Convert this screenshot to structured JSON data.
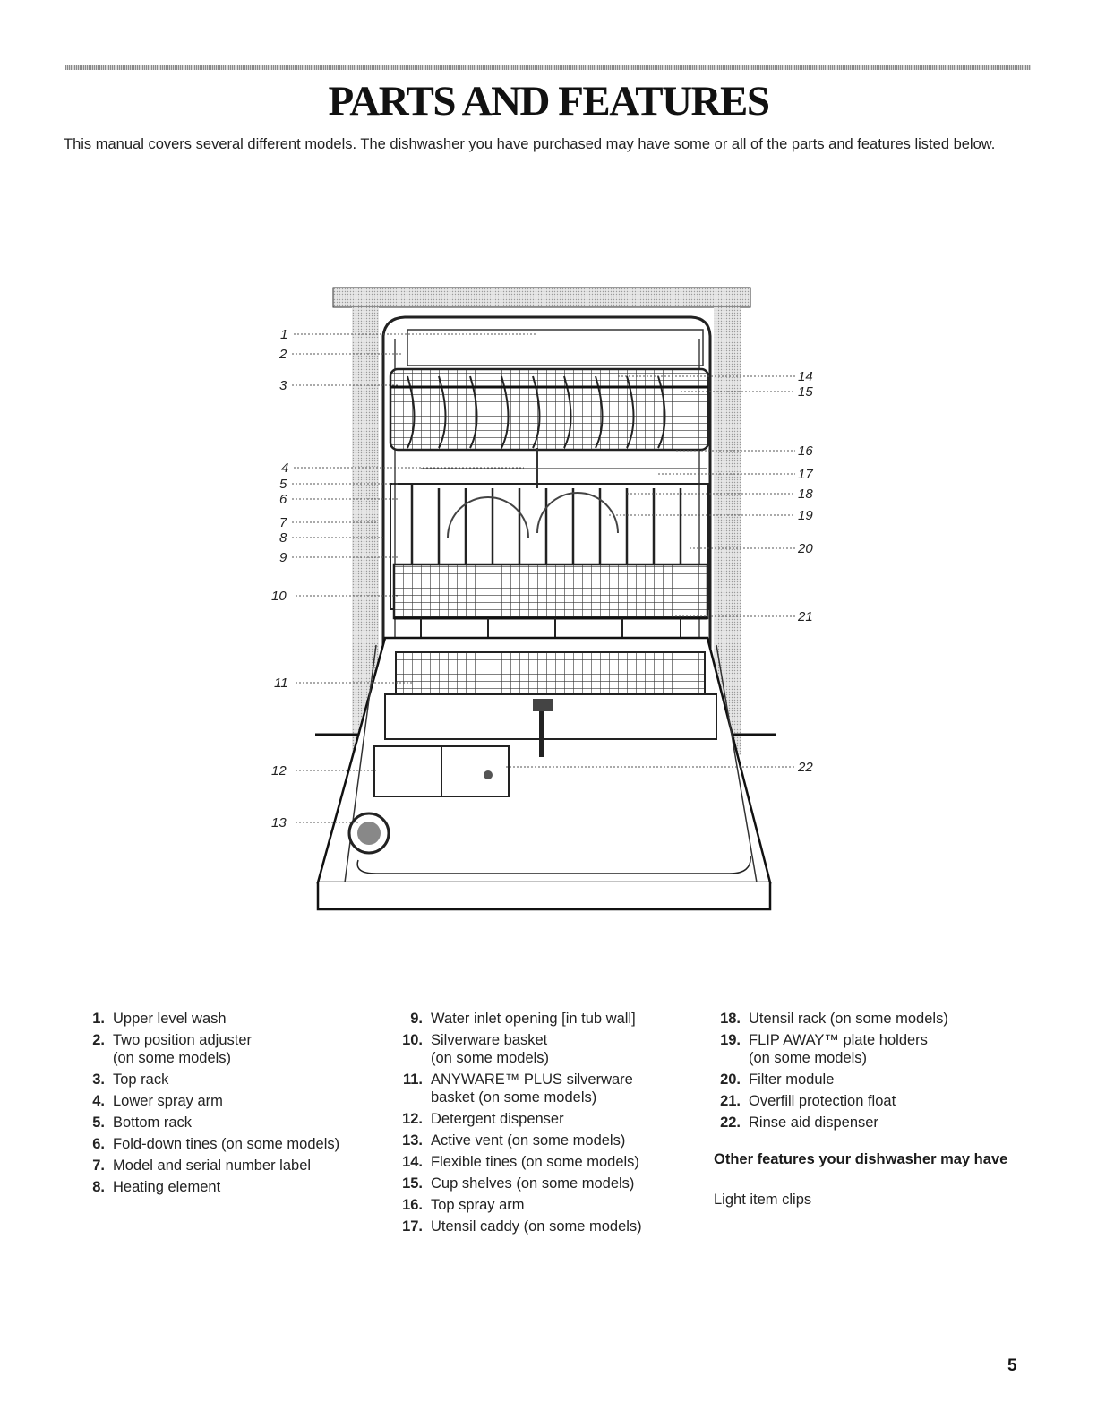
{
  "header": {
    "title": "PARTS AND FEATURES",
    "intro": "This manual covers several different models. The dishwasher you have purchased may have some or all of the parts and features listed below."
  },
  "diagram": {
    "callouts": [
      "1",
      "2",
      "3",
      "4",
      "5",
      "6",
      "7",
      "8",
      "9",
      "10",
      "11",
      "12",
      "13",
      "14",
      "15",
      "16",
      "17",
      "18",
      "19",
      "20",
      "21",
      "22"
    ]
  },
  "parts": {
    "column1": [
      {
        "num": "1.",
        "text": "Upper level wash",
        "sub": ""
      },
      {
        "num": "2.",
        "text": "Two position adjuster",
        "sub": "(on some models)"
      },
      {
        "num": "3.",
        "text": "Top rack",
        "sub": ""
      },
      {
        "num": "4.",
        "text": "Lower spray arm",
        "sub": ""
      },
      {
        "num": "5.",
        "text": "Bottom rack",
        "sub": ""
      },
      {
        "num": "6.",
        "text": "Fold-down tines (on some models)",
        "sub": ""
      },
      {
        "num": "7.",
        "text": "Model and serial number label",
        "sub": ""
      },
      {
        "num": "8.",
        "text": "Heating element",
        "sub": ""
      }
    ],
    "column2": [
      {
        "num": "9.",
        "text": "Water inlet opening [in tub wall]",
        "sub": ""
      },
      {
        "num": "10.",
        "text": "Silverware basket",
        "sub": "(on some models)"
      },
      {
        "num": "11.",
        "text": "ANYWARE™ PLUS silverware",
        "sub": "basket (on some models)"
      },
      {
        "num": "12.",
        "text": "Detergent dispenser",
        "sub": ""
      },
      {
        "num": "13.",
        "text": "Active vent (on some models)",
        "sub": ""
      },
      {
        "num": "14.",
        "text": "Flexible tines (on some models)",
        "sub": ""
      },
      {
        "num": "15.",
        "text": "Cup shelves (on some models)",
        "sub": ""
      },
      {
        "num": "16.",
        "text": "Top spray arm",
        "sub": ""
      },
      {
        "num": "17.",
        "text": "Utensil caddy (on some models)",
        "sub": ""
      }
    ],
    "column3": [
      {
        "num": "18.",
        "text": "Utensil rack (on some models)",
        "sub": ""
      },
      {
        "num": "19.",
        "text": "FLIP AWAY™ plate holders",
        "sub": "(on some models)"
      },
      {
        "num": "20.",
        "text": "Filter module",
        "sub": ""
      },
      {
        "num": "21.",
        "text": "Overfill protection float",
        "sub": ""
      },
      {
        "num": "22.",
        "text": "Rinse aid dispenser",
        "sub": ""
      }
    ]
  },
  "other_features": {
    "heading": "Other features your dishwasher may have",
    "items": [
      "Light item clips"
    ]
  },
  "footer": {
    "page_number": "5"
  }
}
